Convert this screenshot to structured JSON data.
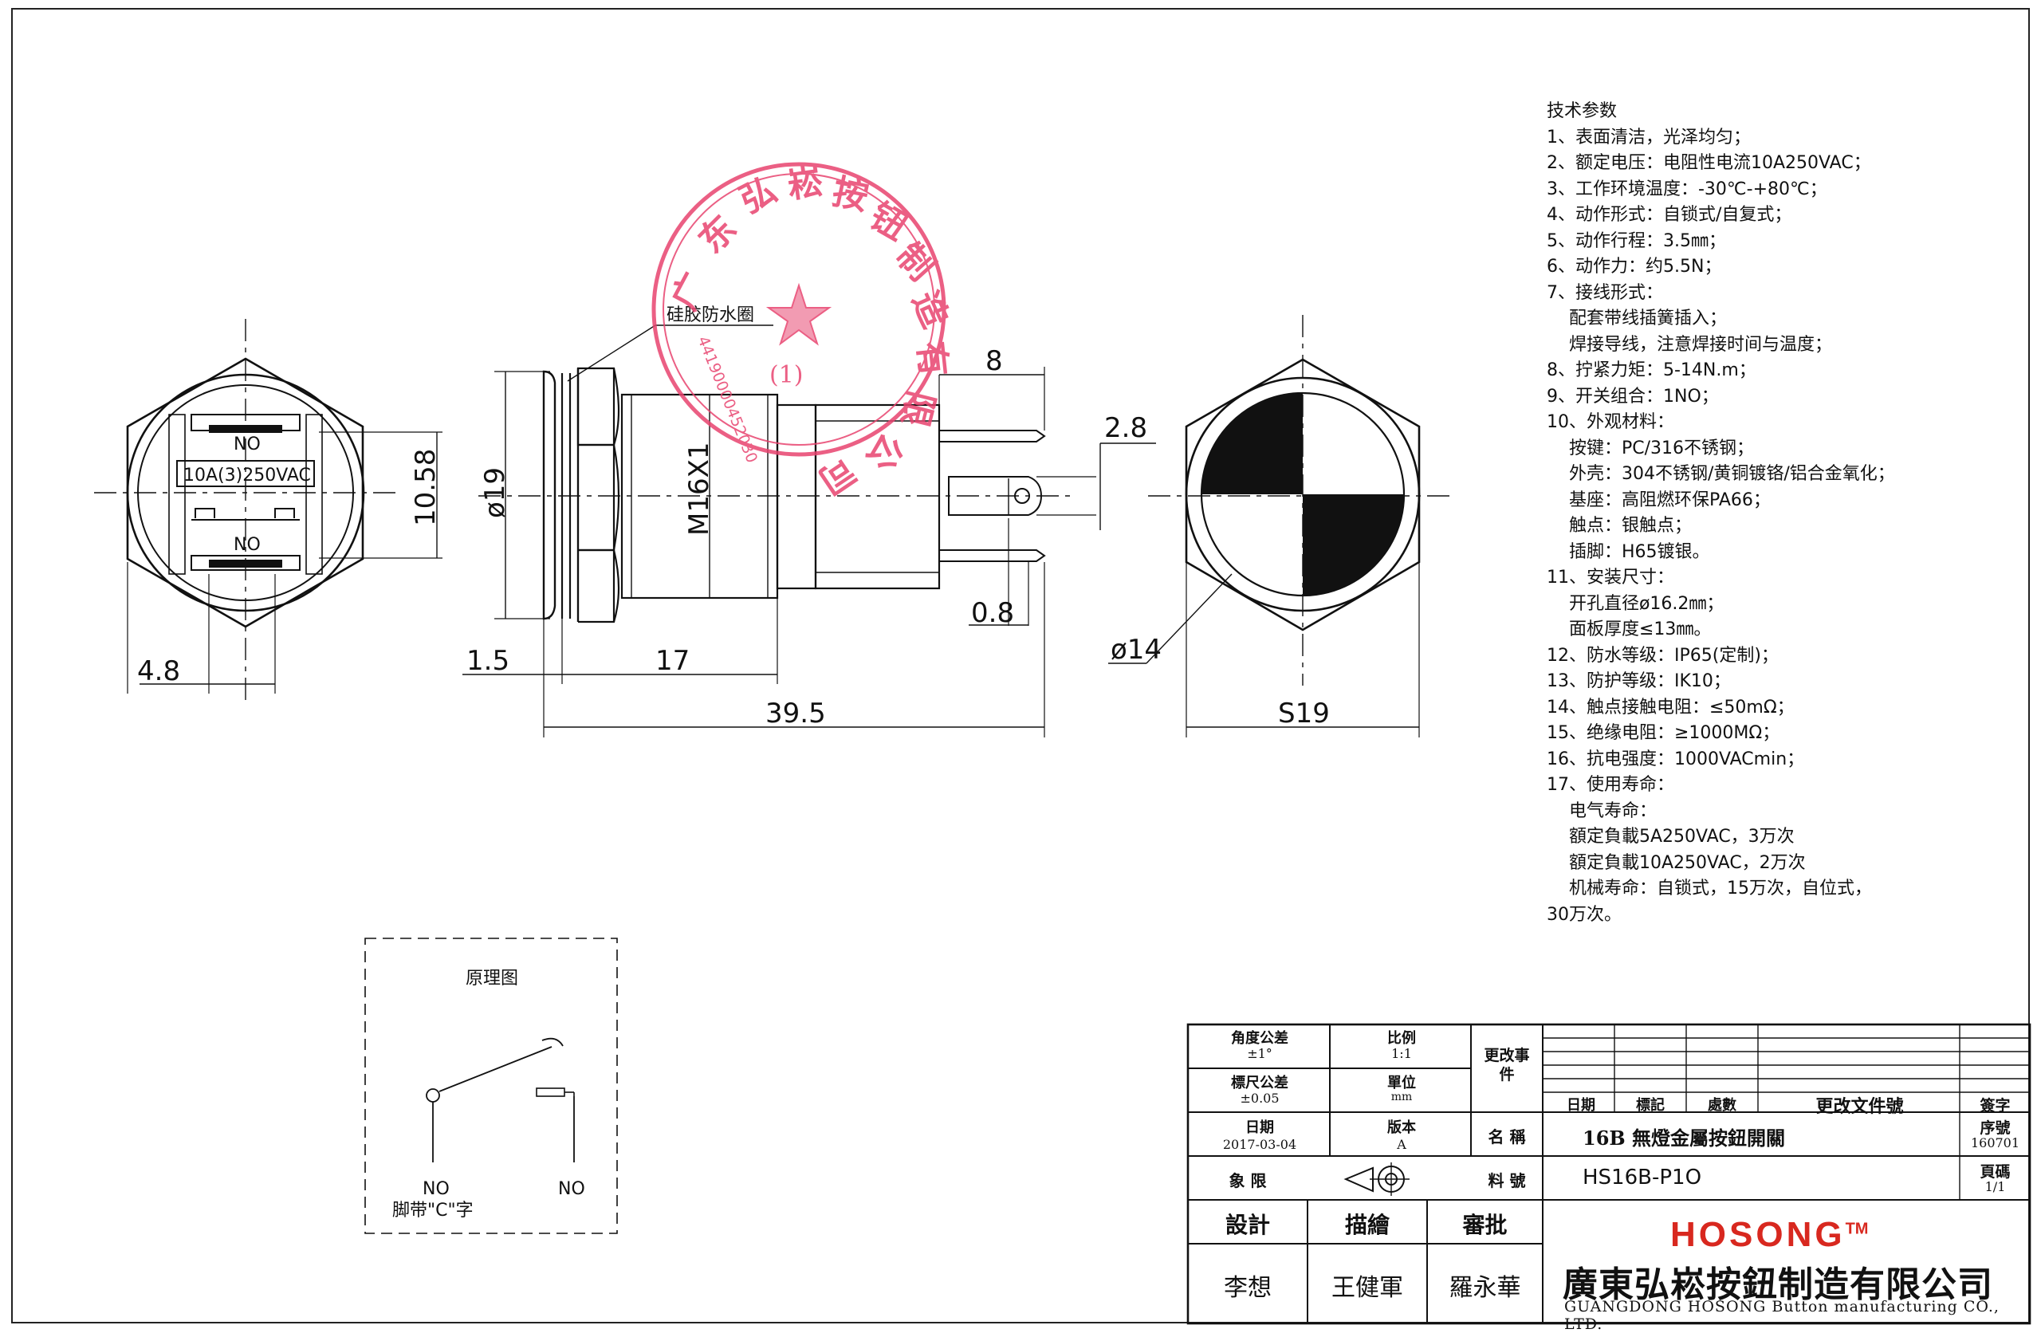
{
  "labels": {
    "seal_ring": "硅胶防水圈",
    "principle_title": "原理图",
    "pin_note": "脚带\"C\"字",
    "no_left": "NO",
    "no_right": "NO",
    "face_no_top": "NO",
    "face_no_bottom": "NO",
    "face_rating": "10A(3)250VAC"
  },
  "dimensions": {
    "d_4_8": "4.8",
    "d_10_58": "10.58",
    "d_19": "ø19",
    "d_m16": "M16X1",
    "d_1_5": "1.5",
    "d_17": "17",
    "d_39_5": "39.5",
    "d_8": "8",
    "d_2_8": "2.8",
    "d_0_8": "0.8",
    "d_14": "ø14",
    "d_s19": "S19"
  },
  "stamp": {
    "text": "广东弘崧按钮制造有限公司",
    "sub": "(1)",
    "code": "44190000452030",
    "color": "#e8446f"
  },
  "specs": [
    "技术参数",
    "1、表面清洁，光泽均匀；",
    "2、额定电压：电阻性电流10A250VAC；",
    "3、工作环境温度：-30℃-+80℃；",
    "4、动作形式：自锁式/自复式；",
    "5、动作行程：3.5㎜；",
    "6、动作力：约5.5N；",
    "7、接线形式：",
    "    配套带线插簧插入；",
    "    焊接导线，注意焊接时间与温度；",
    "8、拧紧力矩：5-14N.m；",
    "9、开关组合：1NO；",
    "10、外观材料：",
    "    按键：PC/316不锈钢；",
    "    外壳：304不锈钢/黄铜镀铬/铝合金氧化；",
    "    基座：高阻燃环保PA66；",
    "    触点：银触点；",
    "    插脚：H65镀银。",
    "11、安装尺寸：",
    "    开孔直径ø16.2㎜；",
    "    面板厚度≤13㎜。",
    "12、防水等级：IP65(定制)；",
    "13、防护等级：IK10；",
    "14、触点接触电阻：≤50mΩ；",
    "15、绝缘电阻：≥1000MΩ；",
    "16、抗电强度：1000VACmin；",
    "17、使用寿命：",
    "    电气寿命：",
    "    額定負載5A250VAC，3万次",
    "    額定負載10A250VAC，2万次",
    "    机械寿命：自锁式，15万次，自位式，",
    "30万次。"
  ],
  "title_block": {
    "angle_tol_label": "角度公差",
    "angle_tol_value": "±1°",
    "scale_label": "比例",
    "scale_value": "1:1",
    "change_event": "更改事件",
    "size_tol_label": "標尺公差",
    "size_tol_value": "±0.05",
    "unit_label": "單位",
    "unit_value": "mm",
    "date_label": "日期",
    "date_value": "2017-03-04",
    "version_label": "版本",
    "version_value": "A",
    "name_label": "名 稱",
    "name_value": "16B 無燈金屬按鈕開關",
    "quadrant_label": "象 限",
    "part_no_label": "料 號",
    "part_no_value": "HS16B-P1O",
    "col_date": "日期",
    "col_mark": "標記",
    "col_count": "處數",
    "col_file": "更改文件號",
    "col_sign": "簽字",
    "serial_label": "序號",
    "serial_value": "160701",
    "page_label": "頁碼",
    "page_value": "1/1",
    "design_label": "設計",
    "draw_label": "描繪",
    "approve_label": "審批",
    "designer": "李想",
    "drafter": "王健軍",
    "approver": "羅永華",
    "brand": "HOSONG",
    "tm": "TM",
    "company_cn": "廣東弘崧按鈕制造有限公司",
    "company_en": "GUANGDONG HOSONG Button manufacturing CO., LTD."
  }
}
